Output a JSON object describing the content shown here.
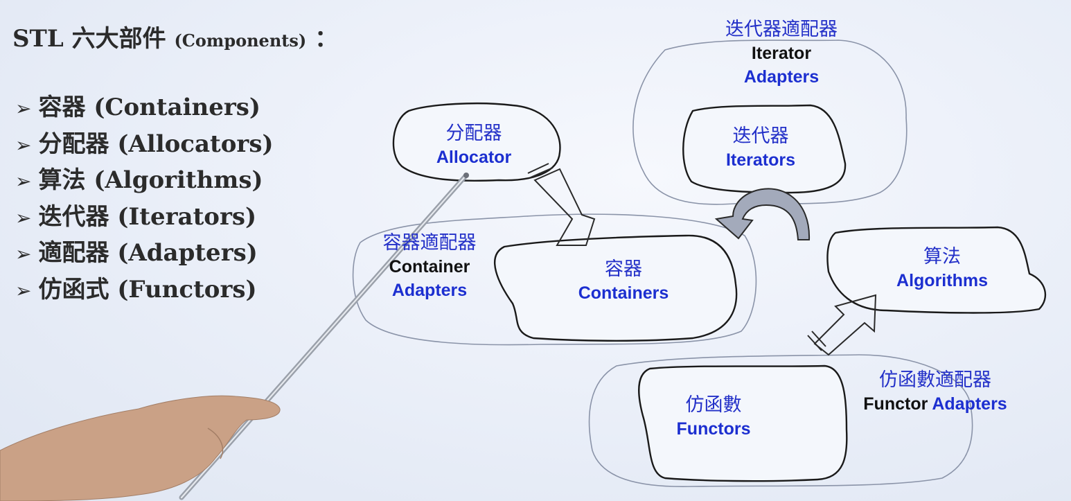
{
  "title": {
    "main": "STL 六大部件",
    "sub": "(Components)",
    "colon": "："
  },
  "bullets": [
    {
      "zh": "容器",
      "en": "(Containers)"
    },
    {
      "zh": "分配器",
      "en": "(Allocators)"
    },
    {
      "zh": "算法",
      "en": "(Algorithms)"
    },
    {
      "zh": "迭代器",
      "en": "(Iterators)"
    },
    {
      "zh": "適配器",
      "en": "(Adapters)"
    },
    {
      "zh": "仿函式",
      "en": "(Functors)"
    }
  ],
  "bullet_symbol": "➢",
  "nodes": {
    "iterator_adapters": {
      "zh": "迭代器適配器",
      "en1": "Iterator",
      "en2": "Adapters"
    },
    "iterators": {
      "zh": "迭代器",
      "en": "Iterators"
    },
    "allocator": {
      "zh": "分配器",
      "en": "Allocator"
    },
    "container_adapters": {
      "zh": "容器適配器",
      "en1": "Container",
      "en2": "Adapters"
    },
    "containers": {
      "zh": "容器",
      "en": "Containers"
    },
    "algorithms": {
      "zh": "算法",
      "en": "Algorithms"
    },
    "functor_adapters": {
      "zh": "仿函數適配器",
      "en1": "Functor",
      "en2": "Adapters"
    },
    "functors": {
      "zh": "仿函數",
      "en": "Functors"
    }
  },
  "colors": {
    "label_blue": "#1c2fd0",
    "outline": "#1a1a1a",
    "adapter_outline": "#8a93a8"
  }
}
